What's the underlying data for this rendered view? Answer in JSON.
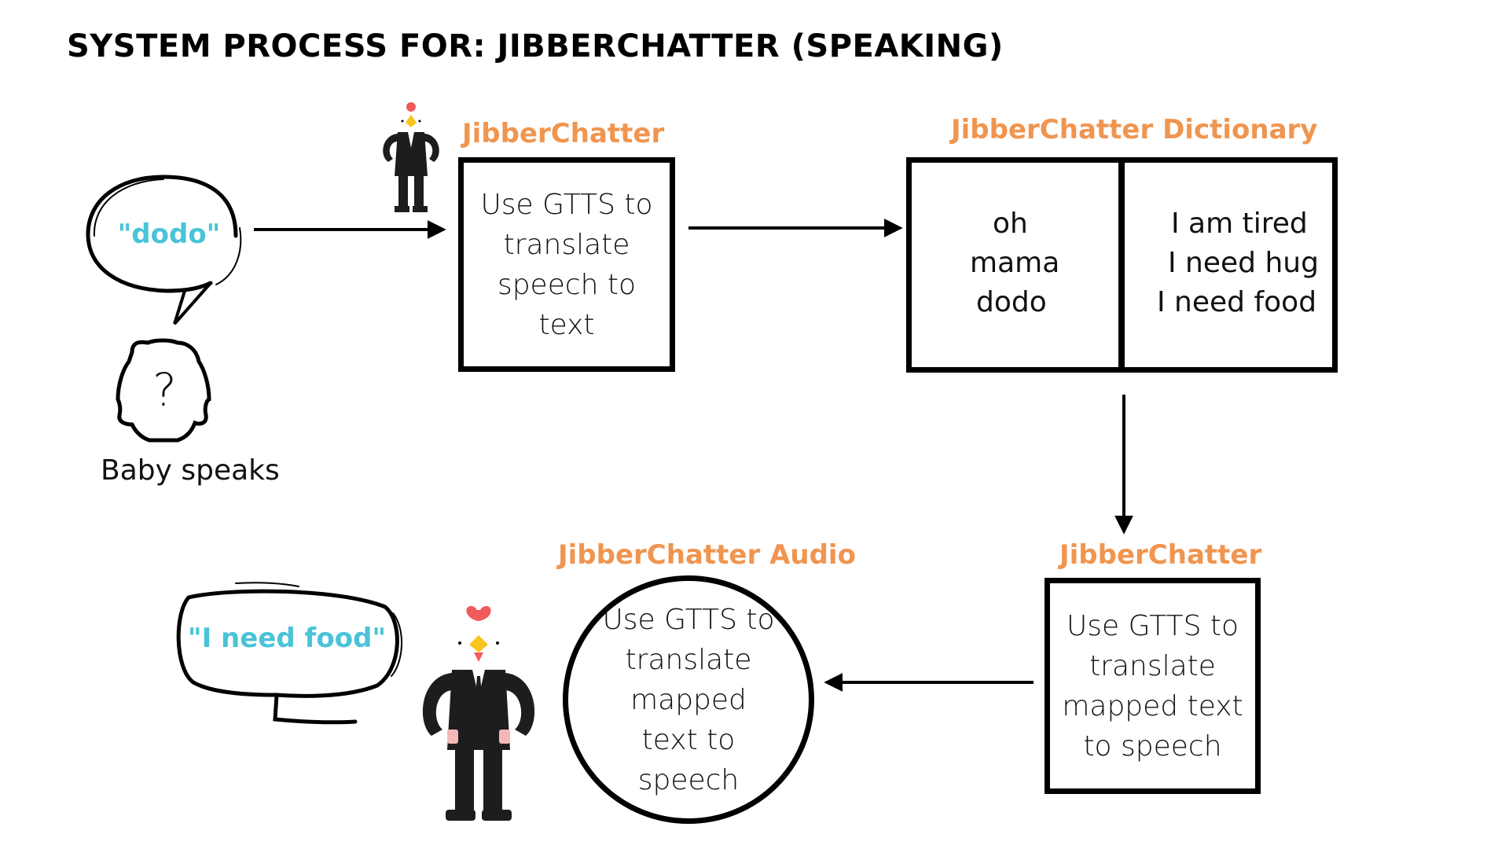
{
  "title": "SYSTEM PROCESS FOR: JIBBERCHATTER (SPEAKING)",
  "baby": {
    "speech": "\"dodo\"",
    "label": "Baby speaks",
    "face_symbol": "?"
  },
  "step1": {
    "heading": "JibberChatter",
    "text": "Use GTTS to translate speech to text"
  },
  "dictionary": {
    "heading": "JibberChatter Dictionary",
    "entries": [
      {
        "word": "oh",
        "meaning": "I am tired"
      },
      {
        "word": "mama",
        "meaning": "I need hug"
      },
      {
        "word": "dodo",
        "meaning": "I need food"
      }
    ]
  },
  "step3": {
    "heading": "JibberChatter",
    "text": "Use GTTS to translate mapped text to speech"
  },
  "audio": {
    "heading": "JibberChatter Audio",
    "text": "Use GTTS to translate mapped text to speech"
  },
  "output": {
    "speech": "\"I need food\""
  },
  "colors": {
    "accent": "#f0954f",
    "speech": "#4ac3d8",
    "stroke": "#000000"
  }
}
